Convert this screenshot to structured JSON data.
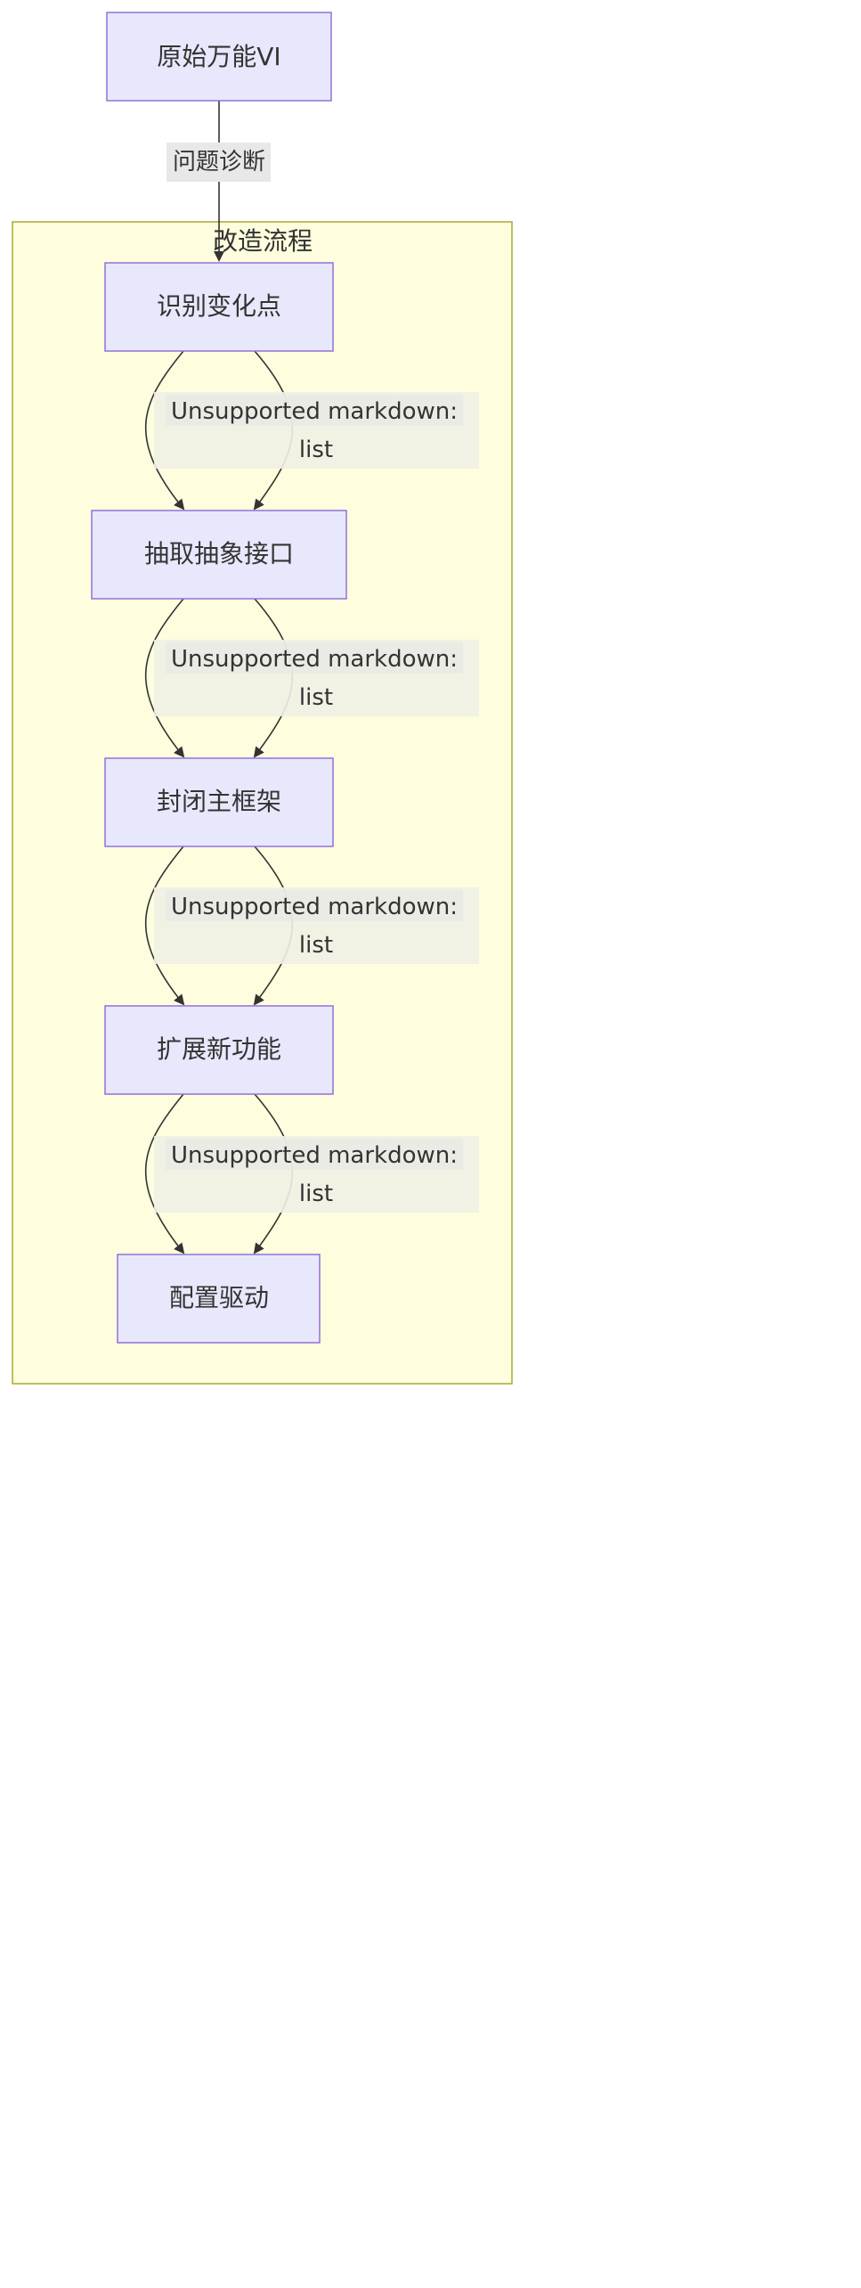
{
  "colors": {
    "node_fill": "#E8E8FC",
    "node_stroke": "#9370DB",
    "cluster_fill": "#FEFDDE",
    "cluster_stroke": "#AAAA33",
    "edge": "#333333",
    "label_bg": "#E8E8E8",
    "label_bg_inner": "#F0F0E4",
    "text": "#333333"
  },
  "diagram": {
    "top_node": "原始万能VI",
    "top_edge_label": "问题诊断",
    "cluster_title": "改造流程",
    "nodes": [
      "识别变化点",
      "抽取抽象接口",
      "封闭主框架",
      "扩展新功能",
      "配置驱动"
    ],
    "edge_labels": [
      {
        "line1": "Unsupported markdown:",
        "line2": "list"
      },
      {
        "line1": "Unsupported markdown:",
        "line2": "list"
      },
      {
        "line1": "Unsupported markdown:",
        "line2": "list"
      },
      {
        "line1": "Unsupported markdown:",
        "line2": "list"
      }
    ]
  }
}
